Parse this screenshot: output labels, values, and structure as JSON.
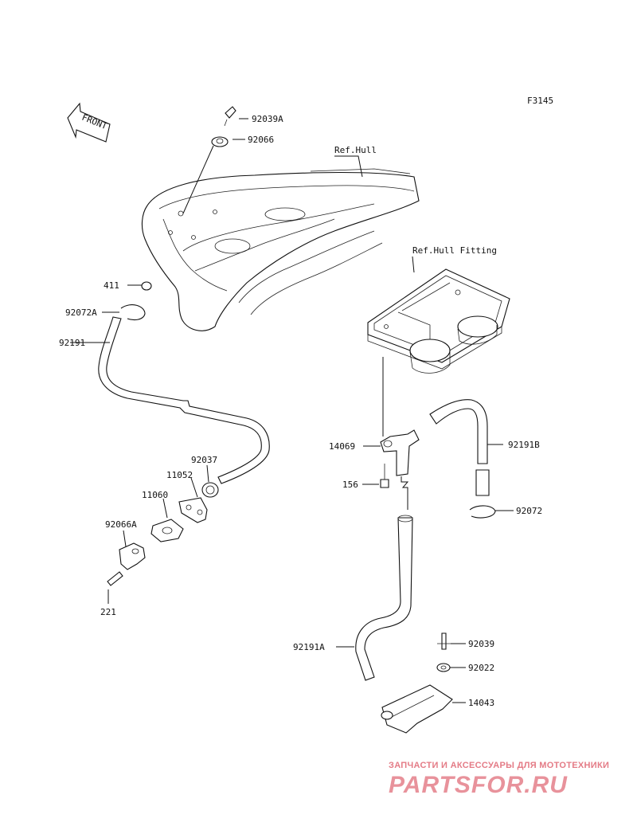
{
  "figure_code": "F3145",
  "front_label": "FRONT",
  "refs": {
    "hull": "Ref.Hull",
    "hull_fitting": "Ref.Hull Fitting"
  },
  "parts": {
    "p92039A": "92039A",
    "p92066": "92066",
    "p411": "411",
    "p92072A": "92072A",
    "p92191": "92191",
    "p92037": "92037",
    "p11052": "11052",
    "p11060": "11060",
    "p92066A": "92066A",
    "p221": "221",
    "p14069": "14069",
    "p156": "156",
    "p92191B": "92191B",
    "p92072": "92072",
    "p92191A": "92191A",
    "p92039": "92039",
    "p92022": "92022",
    "p14043": "14043"
  },
  "watermark": {
    "tagline": "ЗАПЧАСТИ И АКСЕССУАРЫ ДЛЯ МОТОТЕХНИКИ",
    "logo": "PARTSFOR.RU"
  }
}
